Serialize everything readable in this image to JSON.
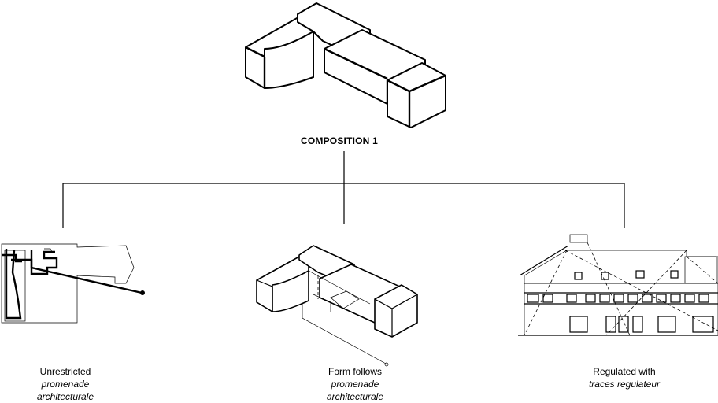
{
  "diagram": {
    "title": "COMPOSITION 1",
    "branches": [
      {
        "line1": "Unrestricted",
        "line2": "promenade",
        "line3": "architecturale"
      },
      {
        "line1": "Form follows",
        "line2": "promenade",
        "line3": "architecturale"
      },
      {
        "line1": "Regulated with",
        "line2": "traces regulateur",
        "line3": ""
      }
    ]
  }
}
